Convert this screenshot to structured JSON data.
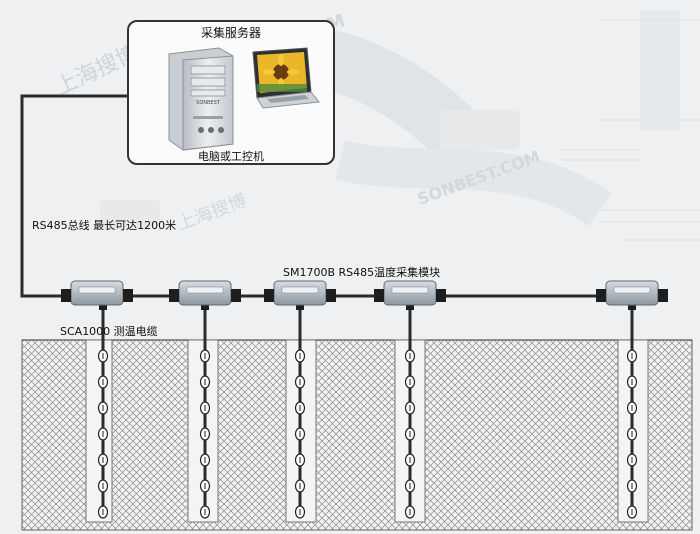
{
  "server": {
    "title": "采集服务器",
    "caption": "电脑或工控机",
    "tower_brand": "SONBEST"
  },
  "bus_label": "RS485总线   最长可达1200米",
  "module_label": "SM1700B RS485温度采集模块",
  "cable_label": "SCA1000  测温电缆",
  "watermark": [
    "上海搜博",
    "SONBEST.COM"
  ],
  "modules": [
    {
      "name": "module-1",
      "sensors": 7
    },
    {
      "name": "module-2",
      "sensors": 7
    },
    {
      "name": "module-3",
      "sensors": 7
    },
    {
      "name": "module-4",
      "sensors": 7
    },
    {
      "name": "module-5",
      "sensors": 7
    }
  ],
  "colors": {
    "cable": "#2b2b2b",
    "soil_bg": "#f4f4f4",
    "module": "#a9b3bb",
    "gland": "#1e1e1e"
  }
}
